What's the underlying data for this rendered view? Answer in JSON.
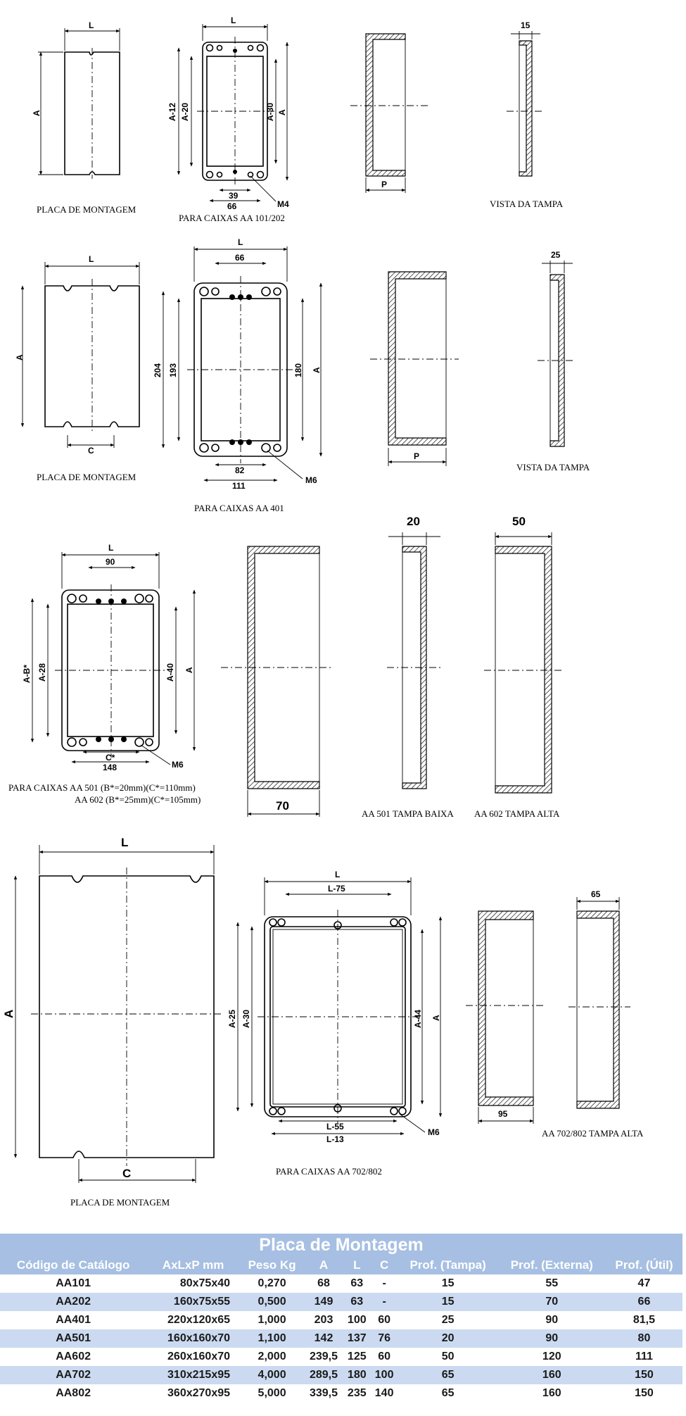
{
  "drawings": {
    "sec1": {
      "plate_caption": "PLACA DE MONTAGEM",
      "box_caption": "PARA CAIXAS AA 101/202",
      "lid_caption": "VISTA DA TAMPA",
      "dims": [
        "L",
        "A",
        "L",
        "A-12",
        "A-20",
        "A-30",
        "A",
        "39",
        "66",
        "M4",
        "P",
        "15"
      ]
    },
    "sec2": {
      "plate_caption": "PLACA DE MONTAGEM",
      "box_caption": "PARA CAIXAS AA 401",
      "lid_caption": "VISTA DA TAMPA",
      "dims": [
        "L",
        "A",
        "C",
        "L",
        "66",
        "204",
        "193",
        "180",
        "A",
        "82",
        "111",
        "M6",
        "P",
        "25"
      ]
    },
    "sec3": {
      "box_caption_1": "PARA CAIXAS AA 501 (B*=20mm)(C*=110mm)",
      "box_caption_2": "AA 602 (B*=25mm)(C*=105mm)",
      "low_lid_caption": "AA 501 TAMPA BAIXA",
      "high_lid_caption": "AA 602 TAMPA ALTA",
      "dims": [
        "L",
        "90",
        "A-B*",
        "A-28",
        "A-40",
        "A",
        "C*",
        "148",
        "M6",
        "70",
        "20",
        "50"
      ]
    },
    "sec4": {
      "plate_caption": "PLACA DE MONTAGEM",
      "box_caption": "PARA CAIXAS AA 702/802",
      "lid_caption": "AA 702/802 TAMPA ALTA",
      "dims": [
        "L",
        "A",
        "C",
        "L",
        "L-75",
        "A-25",
        "A-30",
        "A-44",
        "A",
        "L-55",
        "L-13",
        "M6",
        "95",
        "65"
      ]
    }
  },
  "table": {
    "title": "Placa de Montagem",
    "headers": [
      "Código de Catálogo",
      "AxLxP mm",
      "Peso Kg",
      "A",
      "L",
      "C",
      "Prof. (Tampa)",
      "Prof. (Externa)",
      "Prof. (Útil)"
    ],
    "rows": [
      [
        "AA101",
        "80x75x40",
        "0,270",
        "68",
        "63",
        "-",
        "15",
        "55",
        "47"
      ],
      [
        "AA202",
        "160x75x55",
        "0,500",
        "149",
        "63",
        "-",
        "15",
        "70",
        "66"
      ],
      [
        "AA401",
        "220x120x65",
        "1,000",
        "203",
        "100",
        "60",
        "25",
        "90",
        "81,5"
      ],
      [
        "AA501",
        "160x160x70",
        "1,100",
        "142",
        "137",
        "76",
        "20",
        "90",
        "80"
      ],
      [
        "AA602",
        "260x160x70",
        "2,000",
        "239,5",
        "125",
        "60",
        "50",
        "120",
        "111"
      ],
      [
        "AA702",
        "310x215x95",
        "4,000",
        "289,5",
        "180",
        "100",
        "65",
        "160",
        "150"
      ],
      [
        "AA802",
        "360x270x95",
        "5,000",
        "339,5",
        "235",
        "140",
        "65",
        "160",
        "150"
      ]
    ]
  }
}
